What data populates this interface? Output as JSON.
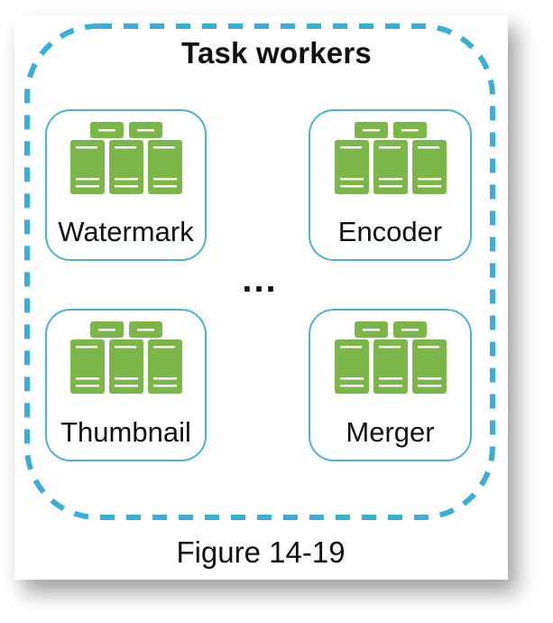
{
  "diagram": {
    "title": "Task workers",
    "workers": [
      {
        "name": "Watermark",
        "icon": "server-cluster-icon"
      },
      {
        "name": "Encoder",
        "icon": "server-cluster-icon"
      },
      {
        "name": "Thumbnail",
        "icon": "server-cluster-icon"
      },
      {
        "name": "Merger",
        "icon": "server-cluster-icon"
      }
    ],
    "ellipsis": "...",
    "caption": "Figure 14-19",
    "colors": {
      "dashed_border": "#3aaed8",
      "card_border": "#4fb0d6",
      "server_green": "#7ab648"
    }
  }
}
